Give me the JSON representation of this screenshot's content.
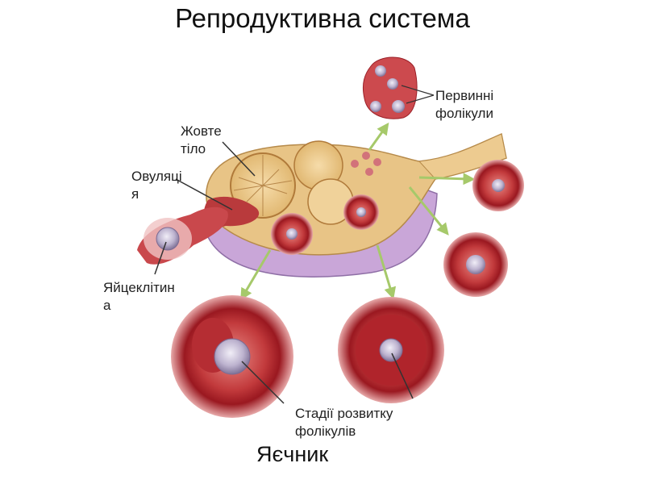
{
  "title": "Репродуктивна система",
  "labels": {
    "primary_follicles": [
      "Первинні",
      "фолікули"
    ],
    "corpus_luteum": [
      "Жовте",
      "тіло"
    ],
    "ovulation": [
      "Овуляці",
      "я"
    ],
    "oocyte": [
      "Яйцеклітин",
      "а"
    ],
    "follicle_stages": [
      "Стадії розвитку",
      "фолікулів"
    ]
  },
  "caption": "Яєчник",
  "colors": {
    "stroma": "#e8c486",
    "ovary_body": "#c9a6d8",
    "follicle_dark": "#a81a22",
    "follicle_light": "#e46a6a",
    "arrow": "#a6c96a"
  }
}
